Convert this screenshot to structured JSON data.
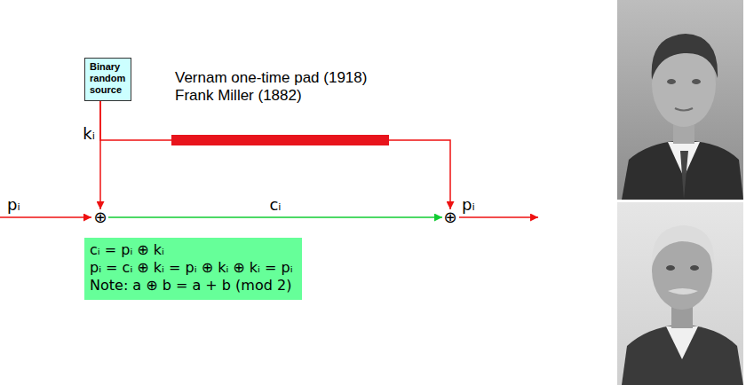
{
  "diagram": {
    "nodes": [
      {
        "text": [
          "Binary random source"
        ]
      },
      {
        "text": [
          "⊕"
        ]
      },
      {
        "text": [
          "⊕"
        ]
      },
      {
        "text": [
          "cᵢ = pᵢ ⊕ kᵢ",
          "pᵢ = cᵢ ⊕ kᵢ = pᵢ ⊕ kᵢ ⊕ kᵢ = pᵢ",
          "Note: a ⊕ b = a + b (mod 2)"
        ]
      }
    ],
    "edges": [
      {
        "from": 0,
        "to": 1,
        "arrow": "to",
        "label": "kᵢ"
      },
      {
        "from": 0,
        "to": 2,
        "arrow": "to"
      },
      {
        "from": 1,
        "to": 2,
        "arrow": "to",
        "label": "cᵢ"
      }
    ],
    "labels": [
      "Vernam one-time pad (1918)",
      "Frank Miller (1882)",
      "pᵢ",
      "pᵢ"
    ]
  }
}
